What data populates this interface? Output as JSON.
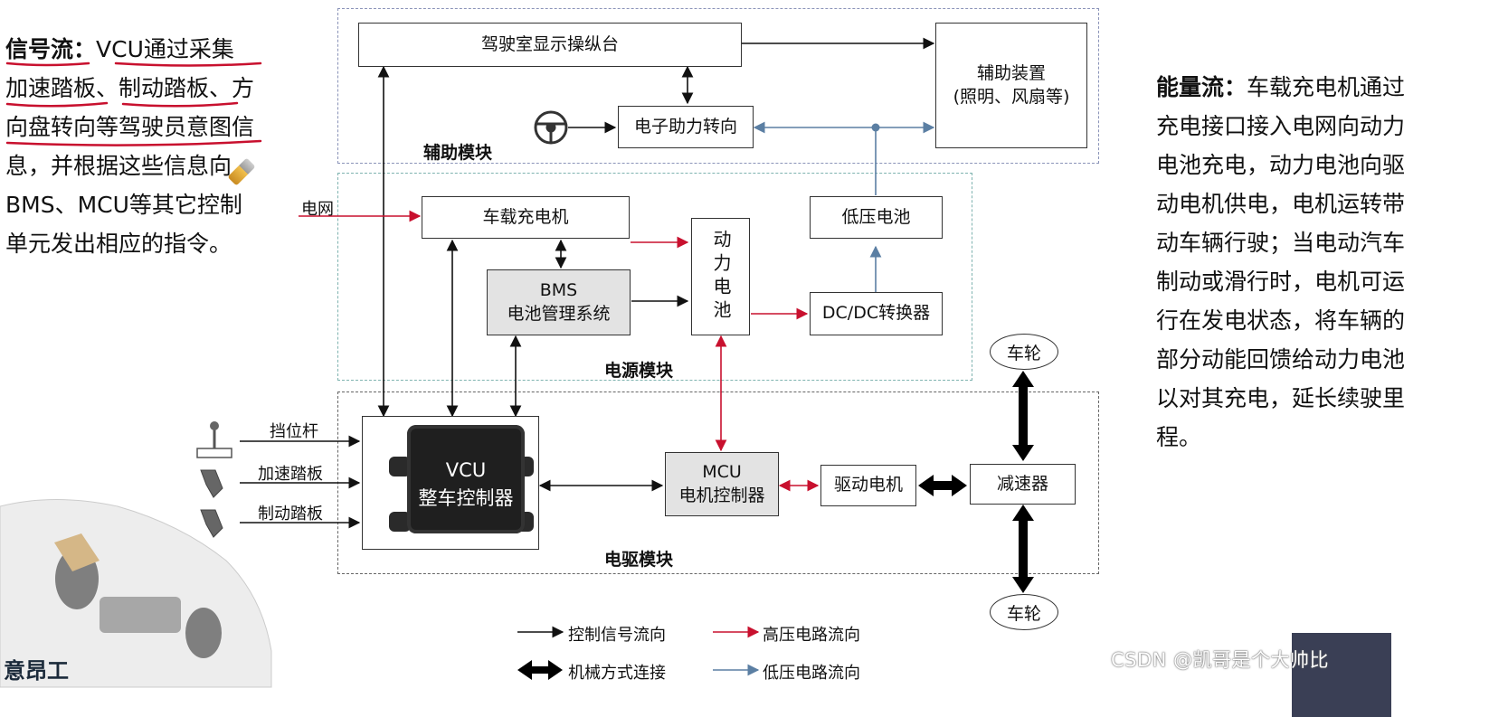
{
  "left_text": {
    "title": "信号流：",
    "lines": [
      "VCU通过采集",
      "加速踏板、制动踏板、方",
      "向盘转向等驾驶员意图信",
      "息，并根据这些信息向",
      "BMS、MCU等其它控制",
      "单元发出相应的指令。"
    ]
  },
  "right_text": {
    "title": "能量流：",
    "lines": [
      "车载充电机通过",
      "充电接口接入电网向动力",
      "电池充电，动力电池向驱",
      "动电机供电，电机运转带",
      "动车辆行驶；当电动汽车",
      "制动或滑行时，电机可运",
      "行在发电状态，将车辆的",
      "部分动能回馈给动力电池",
      "以对其充电，延长续驶里",
      "程。"
    ]
  },
  "modules": {
    "aux": "辅助模块",
    "power": "电源模块",
    "drive": "电驱模块"
  },
  "boxes": {
    "cockpit": "驾驶室显示操纵台",
    "aux_device_line1": "辅助装置",
    "aux_device_line2": "(照明、风扇等)",
    "eps": "电子助力转向",
    "charger": "车载充电机",
    "battery": "动力电池",
    "low_battery": "低压电池",
    "bms_line1": "BMS",
    "bms_line2": "电池管理系统",
    "dcdc": "DC/DC转换器",
    "vcu_line1": "VCU",
    "vcu_line2": "整车控制器",
    "mcu_line1": "MCU",
    "mcu_line2": "电机控制器",
    "motor": "驱动电机",
    "reducer": "减速器",
    "wheel_top": "车轮",
    "wheel_bottom": "车轮"
  },
  "inputs": {
    "grid": "电网",
    "gear": "挡位杆",
    "accel": "加速踏板",
    "brake": "制动踏板"
  },
  "legend": {
    "control": "控制信号流向",
    "high_voltage": "高压电路流向",
    "mechanical": "机械方式连接",
    "low_voltage": "低压电路流向"
  },
  "colors": {
    "control": "#111111",
    "high_voltage": "#c8102e",
    "low_voltage": "#5b7fa3",
    "mechanical": "#000000",
    "underline": "#c8102e"
  },
  "icons": [
    "steering-wheel-icon",
    "gear-lever-icon",
    "pedal-icon",
    "ecu-icon",
    "pen-icon"
  ],
  "footer": {
    "brand": "意昂工",
    "csdn": "CSDN @凯哥是个大帅比"
  }
}
